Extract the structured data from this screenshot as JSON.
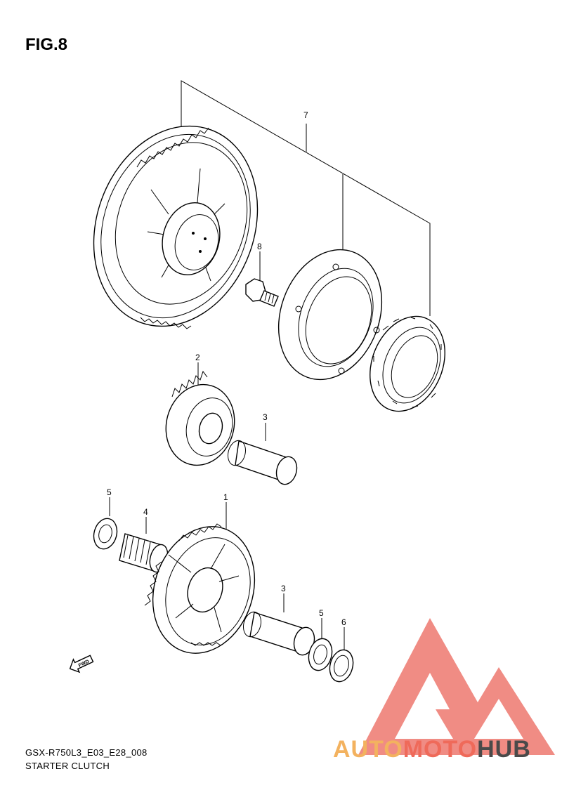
{
  "figure": {
    "title": "FIG.8"
  },
  "callouts": [
    {
      "id": "7",
      "label": "7"
    },
    {
      "id": "8",
      "label": "8"
    },
    {
      "id": "2",
      "label": "2"
    },
    {
      "id": "3a",
      "label": "3"
    },
    {
      "id": "1",
      "label": "1"
    },
    {
      "id": "5a",
      "label": "5"
    },
    {
      "id": "4",
      "label": "4"
    },
    {
      "id": "3b",
      "label": "3"
    },
    {
      "id": "5b",
      "label": "5"
    },
    {
      "id": "6",
      "label": "6"
    }
  ],
  "direction_marker": {
    "label": "FWD"
  },
  "footer": {
    "code": "GSX-R750L3_E03_E28_008",
    "name": "STARTER CLUTCH"
  },
  "watermark": {
    "part1": "AUTO",
    "part2": "MOTO",
    "part3": "HUB",
    "colors": {
      "auto": "#f3b25f",
      "moto": "#ef6a5a",
      "hub": "#4a4a4a",
      "mark": "#f08c84"
    }
  }
}
